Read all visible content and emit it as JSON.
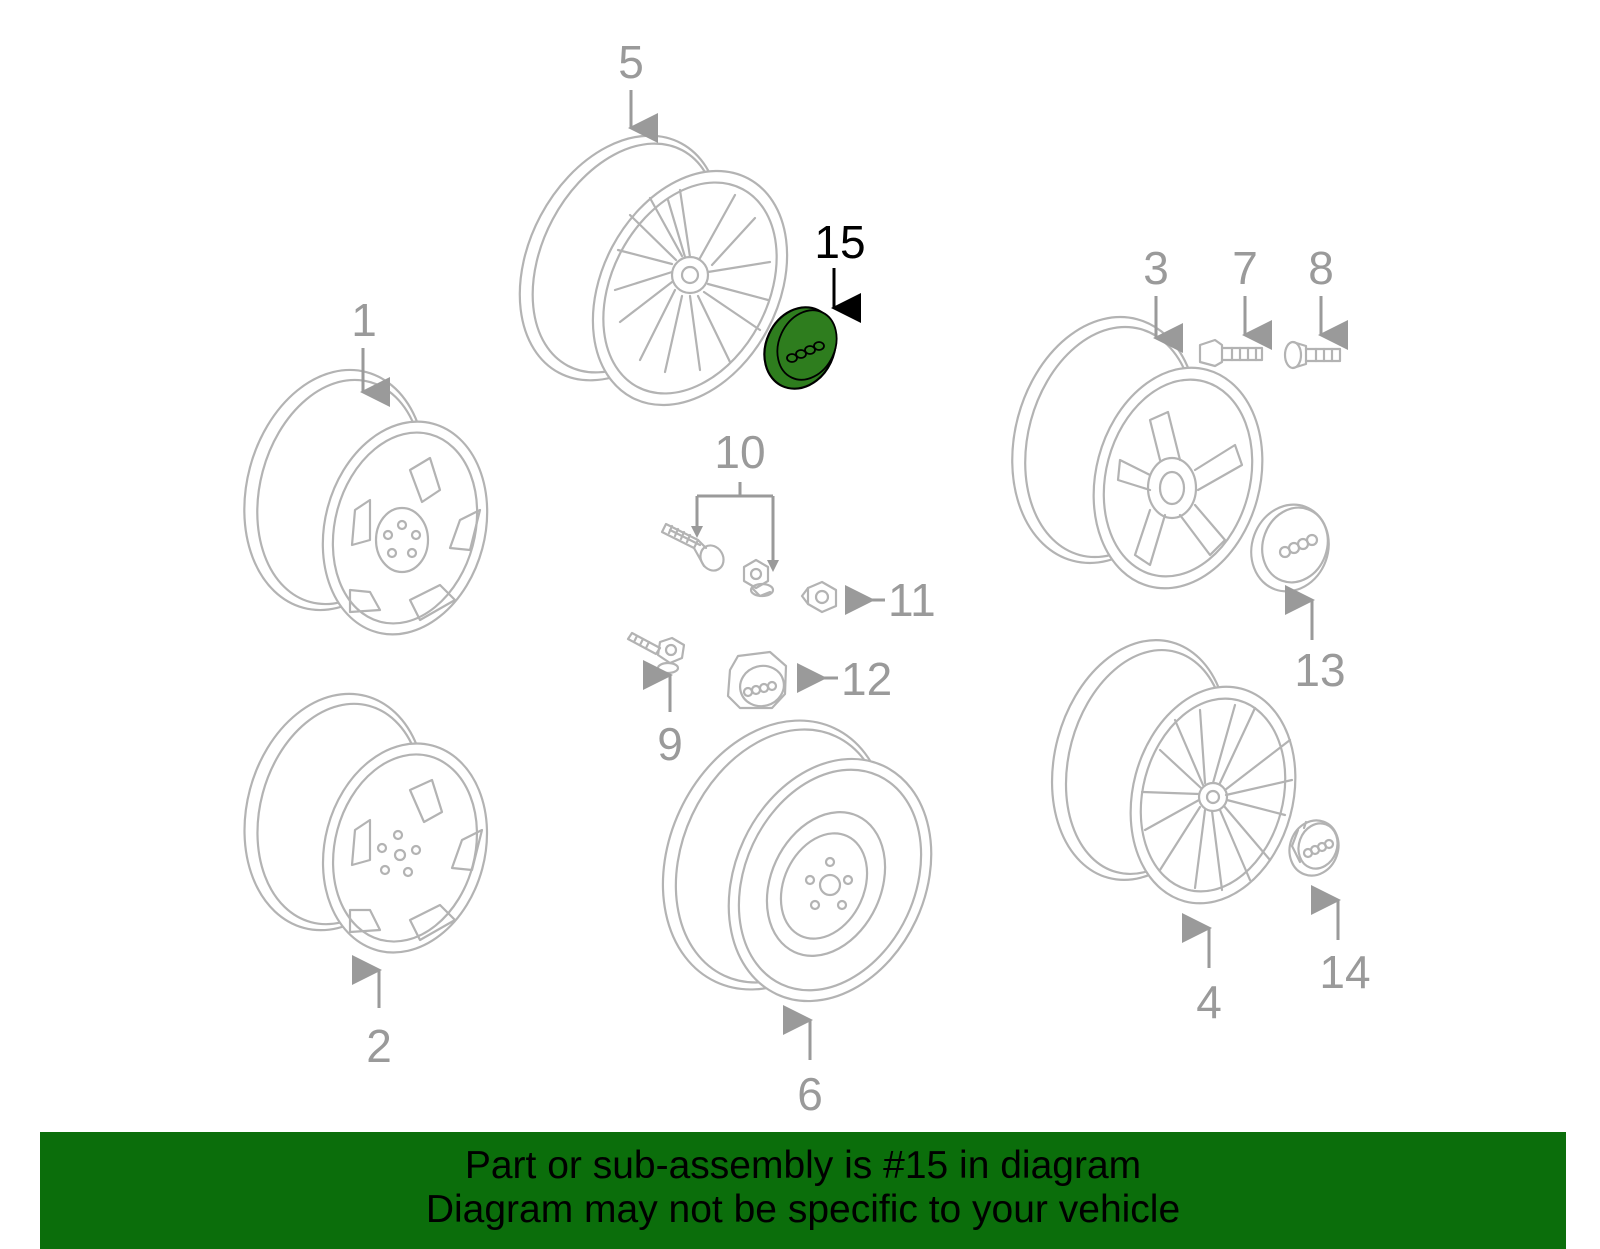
{
  "highlighted_part": "15",
  "highlight_color": "#2e7d1e",
  "banner": {
    "line1": "Part or sub-assembly is #15 in diagram",
    "line2": "Diagram may not be specific to your vehicle",
    "background": "#0b6e0b"
  },
  "callouts": {
    "c1": "1",
    "c2": "2",
    "c3": "3",
    "c4": "4",
    "c5": "5",
    "c6": "6",
    "c7": "7",
    "c8": "8",
    "c9": "9",
    "c10": "10",
    "c11": "11",
    "c12": "12",
    "c13": "13",
    "c14": "14",
    "c15": "15"
  }
}
